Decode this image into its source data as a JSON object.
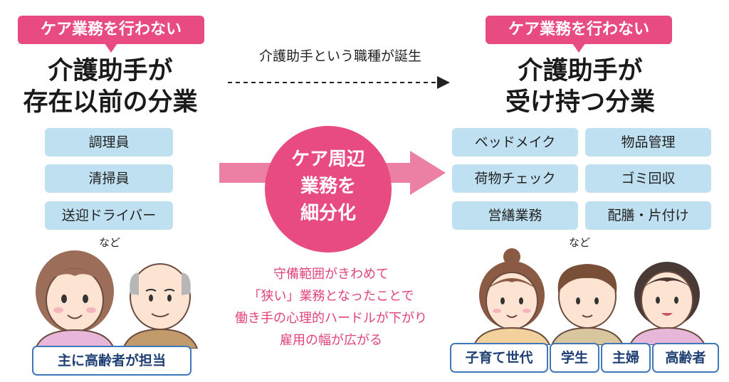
{
  "left": {
    "badge": "ケア業務を行わない",
    "title_line1": "介護助手が",
    "title_line2": "存在以前の分業",
    "roles": [
      "調理員",
      "清掃員",
      "送迎ドライバー"
    ],
    "etc": "など",
    "caption": "主に高齢者が担当"
  },
  "middle": {
    "top_text": "介護助手という職種が誕生",
    "circle_lines": [
      "ケア周辺",
      "業務を",
      "細分化"
    ],
    "bottom_lines": [
      "守備範囲がきわめて",
      "「狭い」業務となったことで",
      "働き手の心理的ハードルが下がり",
      "雇用の幅が広がる"
    ]
  },
  "right": {
    "badge": "ケア業務を行わない",
    "title_line1": "介護助手が",
    "title_line2": "受け持つ分業",
    "tasks": [
      "ベッドメイク",
      "物品管理",
      "荷物チェック",
      "ゴミ回収",
      "営繕業務",
      "配膳・片付け"
    ],
    "etc": "など",
    "workers": [
      "子育て世代",
      "学生",
      "主婦",
      "高齢者"
    ]
  },
  "colors": {
    "pink": "#e84a82",
    "box_blue": "#bfe0f1",
    "label_blue": "#3f78b9",
    "arrow_pink": "#ec7fa4"
  }
}
